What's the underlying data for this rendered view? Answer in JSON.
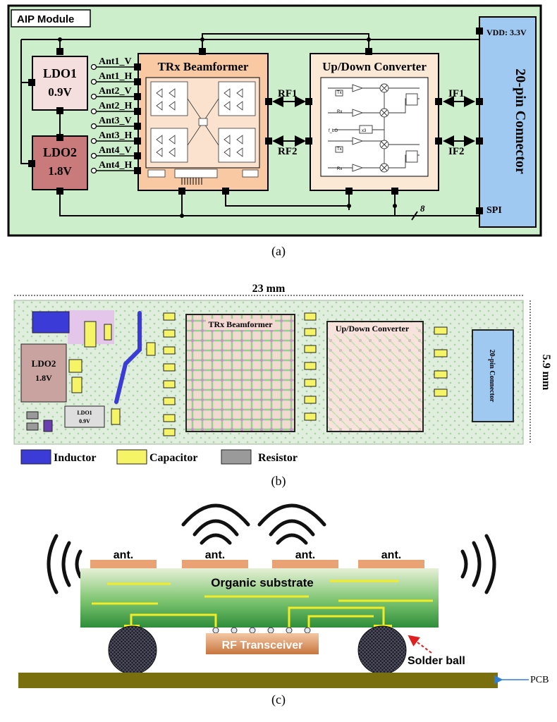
{
  "panel_a": {
    "module_label": "AIP Module",
    "ldo1": {
      "name": "LDO1",
      "voltage": "0.9V"
    },
    "ldo2": {
      "name": "LDO2",
      "voltage": "1.8V"
    },
    "ant_labels": [
      "Ant1_V",
      "Ant1_H",
      "Ant2_V",
      "Ant2_H",
      "Ant3_V",
      "Ant3_H",
      "Ant4_V",
      "Ant4_H"
    ],
    "beamformer_title": "TRx Beamformer",
    "converter_title": "Up/Down Converter",
    "rf1": "RF1",
    "rf2": "RF2",
    "if1": "IF1",
    "if2": "IF2",
    "vdd": "VDD: 3.3V",
    "spi": "SPI",
    "connector": "20-pin Connector",
    "bus_width": "8",
    "caption": "(a)"
  },
  "panel_b": {
    "width_label": "23 mm",
    "height_label": "5.9 mm",
    "beamformer": "TRx Beamformer",
    "converter": "Up/Down Converter",
    "ldo2": {
      "name": "LDO2",
      "voltage": "1.8V"
    },
    "ldo1": {
      "name": "LDO1",
      "voltage": "0.9V"
    },
    "connector": "20-pin Connector",
    "legend": [
      {
        "label": "Inductor",
        "color": "#3b3bd8"
      },
      {
        "label": "Capacitor",
        "color": "#f4f466"
      },
      {
        "label": "Resistor",
        "color": "#9a9a9a"
      }
    ],
    "caption": "(b)"
  },
  "panel_c": {
    "ant_labels": [
      "ant.",
      "ant.",
      "ant.",
      "ant."
    ],
    "substrate": "Organic substrate",
    "transceiver": "RF Transceiver",
    "solder_ball": "Solder ball",
    "pcb": "PCB",
    "caption": "(c)"
  },
  "colors": {
    "module_bg": "#cdeecb",
    "ldo1_fill": "#f5dede",
    "ldo2_fill": "#c97b7b",
    "beamformer_fill": "#f9c9a3",
    "converter_fill": "#fbe9d6",
    "connector_fill": "#9fc9f1",
    "antenna_pad": "#e9a274",
    "pcb": "#7a6f0e"
  }
}
